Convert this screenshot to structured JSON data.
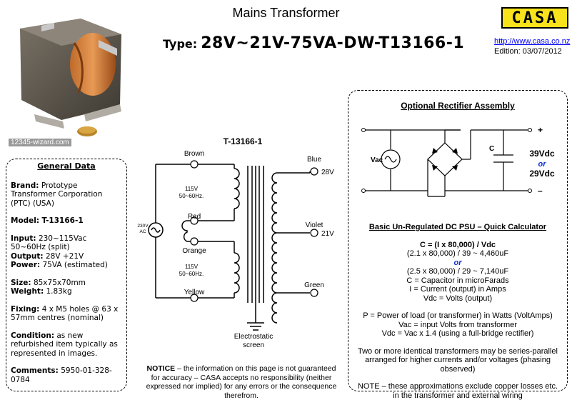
{
  "header": {
    "title": "Mains Transformer",
    "type_label": "Type:",
    "type_value": "28V~21V-75VA-DW-T13166-1",
    "logo_text": "CASA",
    "url": "http://www.casa.co.nz",
    "edition": "Edition: 03/07/2012",
    "photo_watermark": "12345-wizard.com"
  },
  "general": {
    "heading": "General Data",
    "brand_label": "Brand:",
    "brand_value": "Prototype Transformer Corporation (PTC) (USA)",
    "model_label": "Model:",
    "model_value": "T-13166-1",
    "input_label": "Input:",
    "input_value": "230~115Vac 50~60Hz (split)",
    "output_label": "Output:",
    "output_value": "28V +21V",
    "power_label": "Power:",
    "power_value": "75VA (estimated)",
    "size_label": "Size:",
    "size_value": "85x75x70mm",
    "weight_label": "Weight:",
    "weight_value": "1.83kg",
    "fixing_label": "Fixing:",
    "fixing_value": "4 x M5 holes @ 63 x 57mm centres (nominal)",
    "condition_label": "Condition:",
    "condition_value": "as new refurbished item typically as represented in images.",
    "comments_label": "Comments:",
    "comments_value": "5950-01-328-0784"
  },
  "schematic": {
    "title": "T-13166-1",
    "brown": "Brown",
    "red": "Red",
    "orange": "Orange",
    "yellow": "Yellow",
    "blue": "Blue",
    "violet": "Violet",
    "green": "Green",
    "v28": "28V",
    "v21": "21V",
    "primary1_a": "115V",
    "primary1_b": "50~60Hz.",
    "primary2_a": "115V",
    "primary2_b": "50~60Hz.",
    "source_a": "230V",
    "source_b": "AC",
    "screen_a": "Electrostatic",
    "screen_b": "screen"
  },
  "rectifier": {
    "title": "Optional Rectifier Assembly",
    "vac": "Vac",
    "cap": "C",
    "plus": "+",
    "minus": "–",
    "out1": "39Vdc",
    "or": "or",
    "out2": "29Vdc"
  },
  "calculator": {
    "heading": "Basic Un-Regulated DC PSU – Quick Calculator",
    "formula": "C = (I x 80,000) / Vdc",
    "ex1": "(2.1 x 80,000) / 39 ~ 4,460uF",
    "or": "or",
    "ex2": "(2.5 x 80,000) / 29 ~ 7,140uF",
    "def_c": "C = Capacitor in microFarads",
    "def_i": "I = Current (output) in Amps",
    "def_vdc": "Vdc = Volts (output)",
    "def_p": "P = Power of load (or transformer) in Watts (VoltAmps)",
    "def_vac": "Vac = input Volts from transformer",
    "def_vdc2": "Vdc = Vac x 1.4 (using a full-bridge rectifier)",
    "series1": "Two or more identical transformers may be series-parallel",
    "series2": "arranged for higher currents and/or voltages (phasing observed)",
    "note1": "NOTE – these approximations exclude copper losses etc.",
    "note2": "in the transformer and external wiring"
  },
  "notice": {
    "label": "NOTICE",
    "text": " – the information on this page is not guaranteed for accuracy – CASA accepts no responsibility (neither expressed nor implied) for any errors or the consequence therefrom."
  },
  "colors": {
    "logo_yellow": "#f7e21b",
    "link_blue": "#0000ee",
    "or_blue": "#1030d0"
  }
}
